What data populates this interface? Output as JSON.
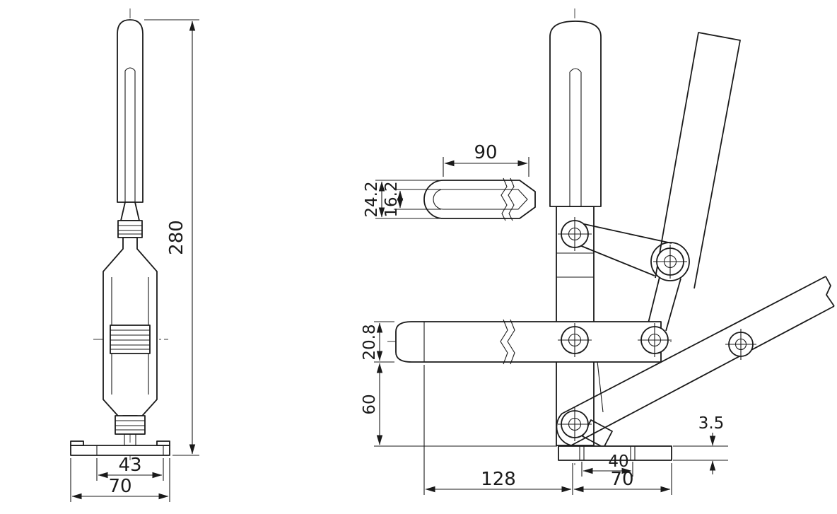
{
  "front_view": {
    "dim_overall_height": "280",
    "dim_slot_width": "43",
    "dim_base_width": "70"
  },
  "detail_view": {
    "dim_bar_length": "90",
    "dim_bar_height": "24.2",
    "dim_slot_height": "16.2"
  },
  "side_view": {
    "dim_arm_section": "20.8",
    "dim_arm_to_base": "60",
    "dim_reach": "128",
    "dim_base_thickness": "3.5",
    "dim_hole_spacing": "40",
    "dim_base_depth": "70"
  }
}
